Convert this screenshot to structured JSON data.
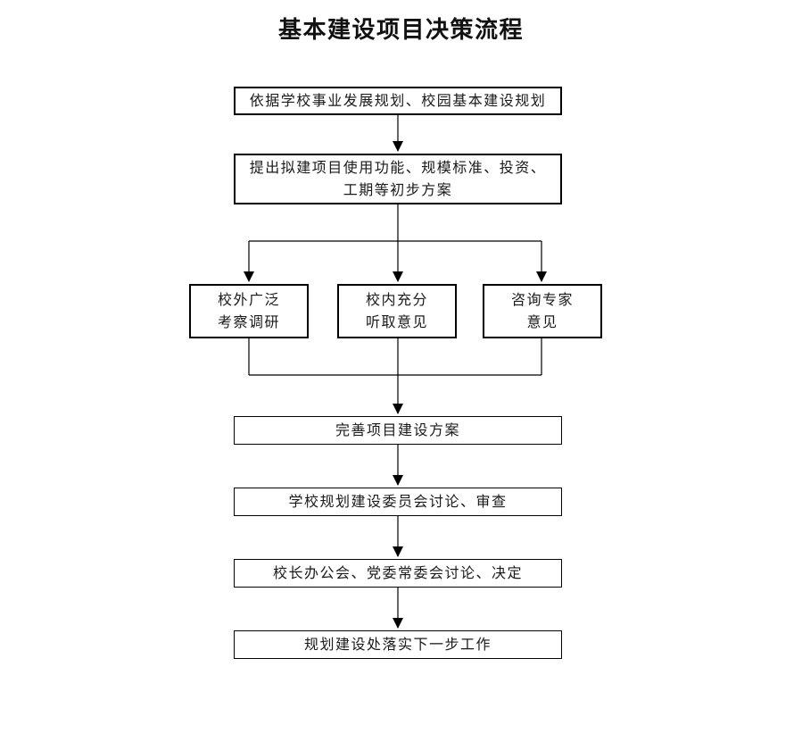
{
  "title": "基本建设项目决策流程",
  "nodes": {
    "n1": {
      "id": "basis",
      "label": "依据学校事业发展规划、校园基本建设规划"
    },
    "n2": {
      "id": "initial-proposal",
      "label": "提出拟建项目使用功能、规模标准、投资、\n工期等初步方案"
    },
    "n3": {
      "id": "external-research",
      "label": "校外广泛\n考察调研"
    },
    "n4": {
      "id": "internal-opinions",
      "label": "校内充分\n听取意见"
    },
    "n5": {
      "id": "expert-advice",
      "label": "咨询专家\n意见"
    },
    "n6": {
      "id": "refine-plan",
      "label": "完善项目建设方案"
    },
    "n7": {
      "id": "committee-review",
      "label": "学校规划建设委员会讨论、审查"
    },
    "n8": {
      "id": "leadership-decision",
      "label": "校长办公会、党委常委会讨论、决定"
    },
    "n9": {
      "id": "implement-next-step",
      "label": "规划建设处落实下一步工作"
    }
  },
  "edges": [
    {
      "from": "basis",
      "to": "initial-proposal"
    },
    {
      "from": "initial-proposal",
      "to": "external-research"
    },
    {
      "from": "initial-proposal",
      "to": "internal-opinions"
    },
    {
      "from": "initial-proposal",
      "to": "expert-advice"
    },
    {
      "from": "external-research",
      "to": "refine-plan"
    },
    {
      "from": "internal-opinions",
      "to": "refine-plan"
    },
    {
      "from": "expert-advice",
      "to": "refine-plan"
    },
    {
      "from": "refine-plan",
      "to": "committee-review"
    },
    {
      "from": "committee-review",
      "to": "leadership-decision"
    },
    {
      "from": "leadership-decision",
      "to": "implement-next-step"
    }
  ],
  "colors": {
    "background": "#ffffff",
    "line": "#000000",
    "text": "#1a1a1a"
  }
}
